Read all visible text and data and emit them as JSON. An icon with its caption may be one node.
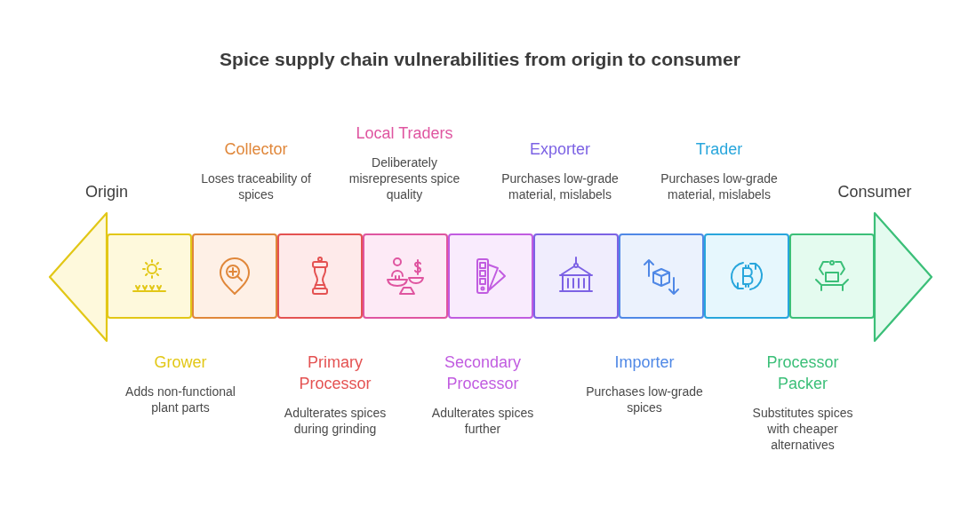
{
  "diagram": {
    "title": "Spice supply chain vulnerabilities from origin to consumer",
    "nodes": [
      {
        "text": [
          "Origin"
        ]
      },
      {
        "text": [
          "Grower",
          "Adds non-functional plant parts"
        ]
      },
      {
        "text": [
          "Collector",
          "Loses traceability of spices"
        ]
      },
      {
        "text": [
          "Primary Processor",
          "Adulterates spices during grinding"
        ]
      },
      {
        "text": [
          "Local Traders",
          "Deliberately misrepresents spice quality"
        ]
      },
      {
        "text": [
          "Secondary Processor",
          "Adulterates spices further"
        ]
      },
      {
        "text": [
          "Exporter",
          "Purchases low-grade material, mislabels"
        ]
      },
      {
        "text": [
          "Importer",
          "Purchases low-grade spices"
        ]
      },
      {
        "text": [
          "Trader",
          "Purchases low-grade material, mislabels"
        ]
      },
      {
        "text": [
          "Processor Packer",
          "Substitutes spices with cheaper alternatives"
        ]
      },
      {
        "text": [
          "Consumer"
        ]
      }
    ]
  }
}
